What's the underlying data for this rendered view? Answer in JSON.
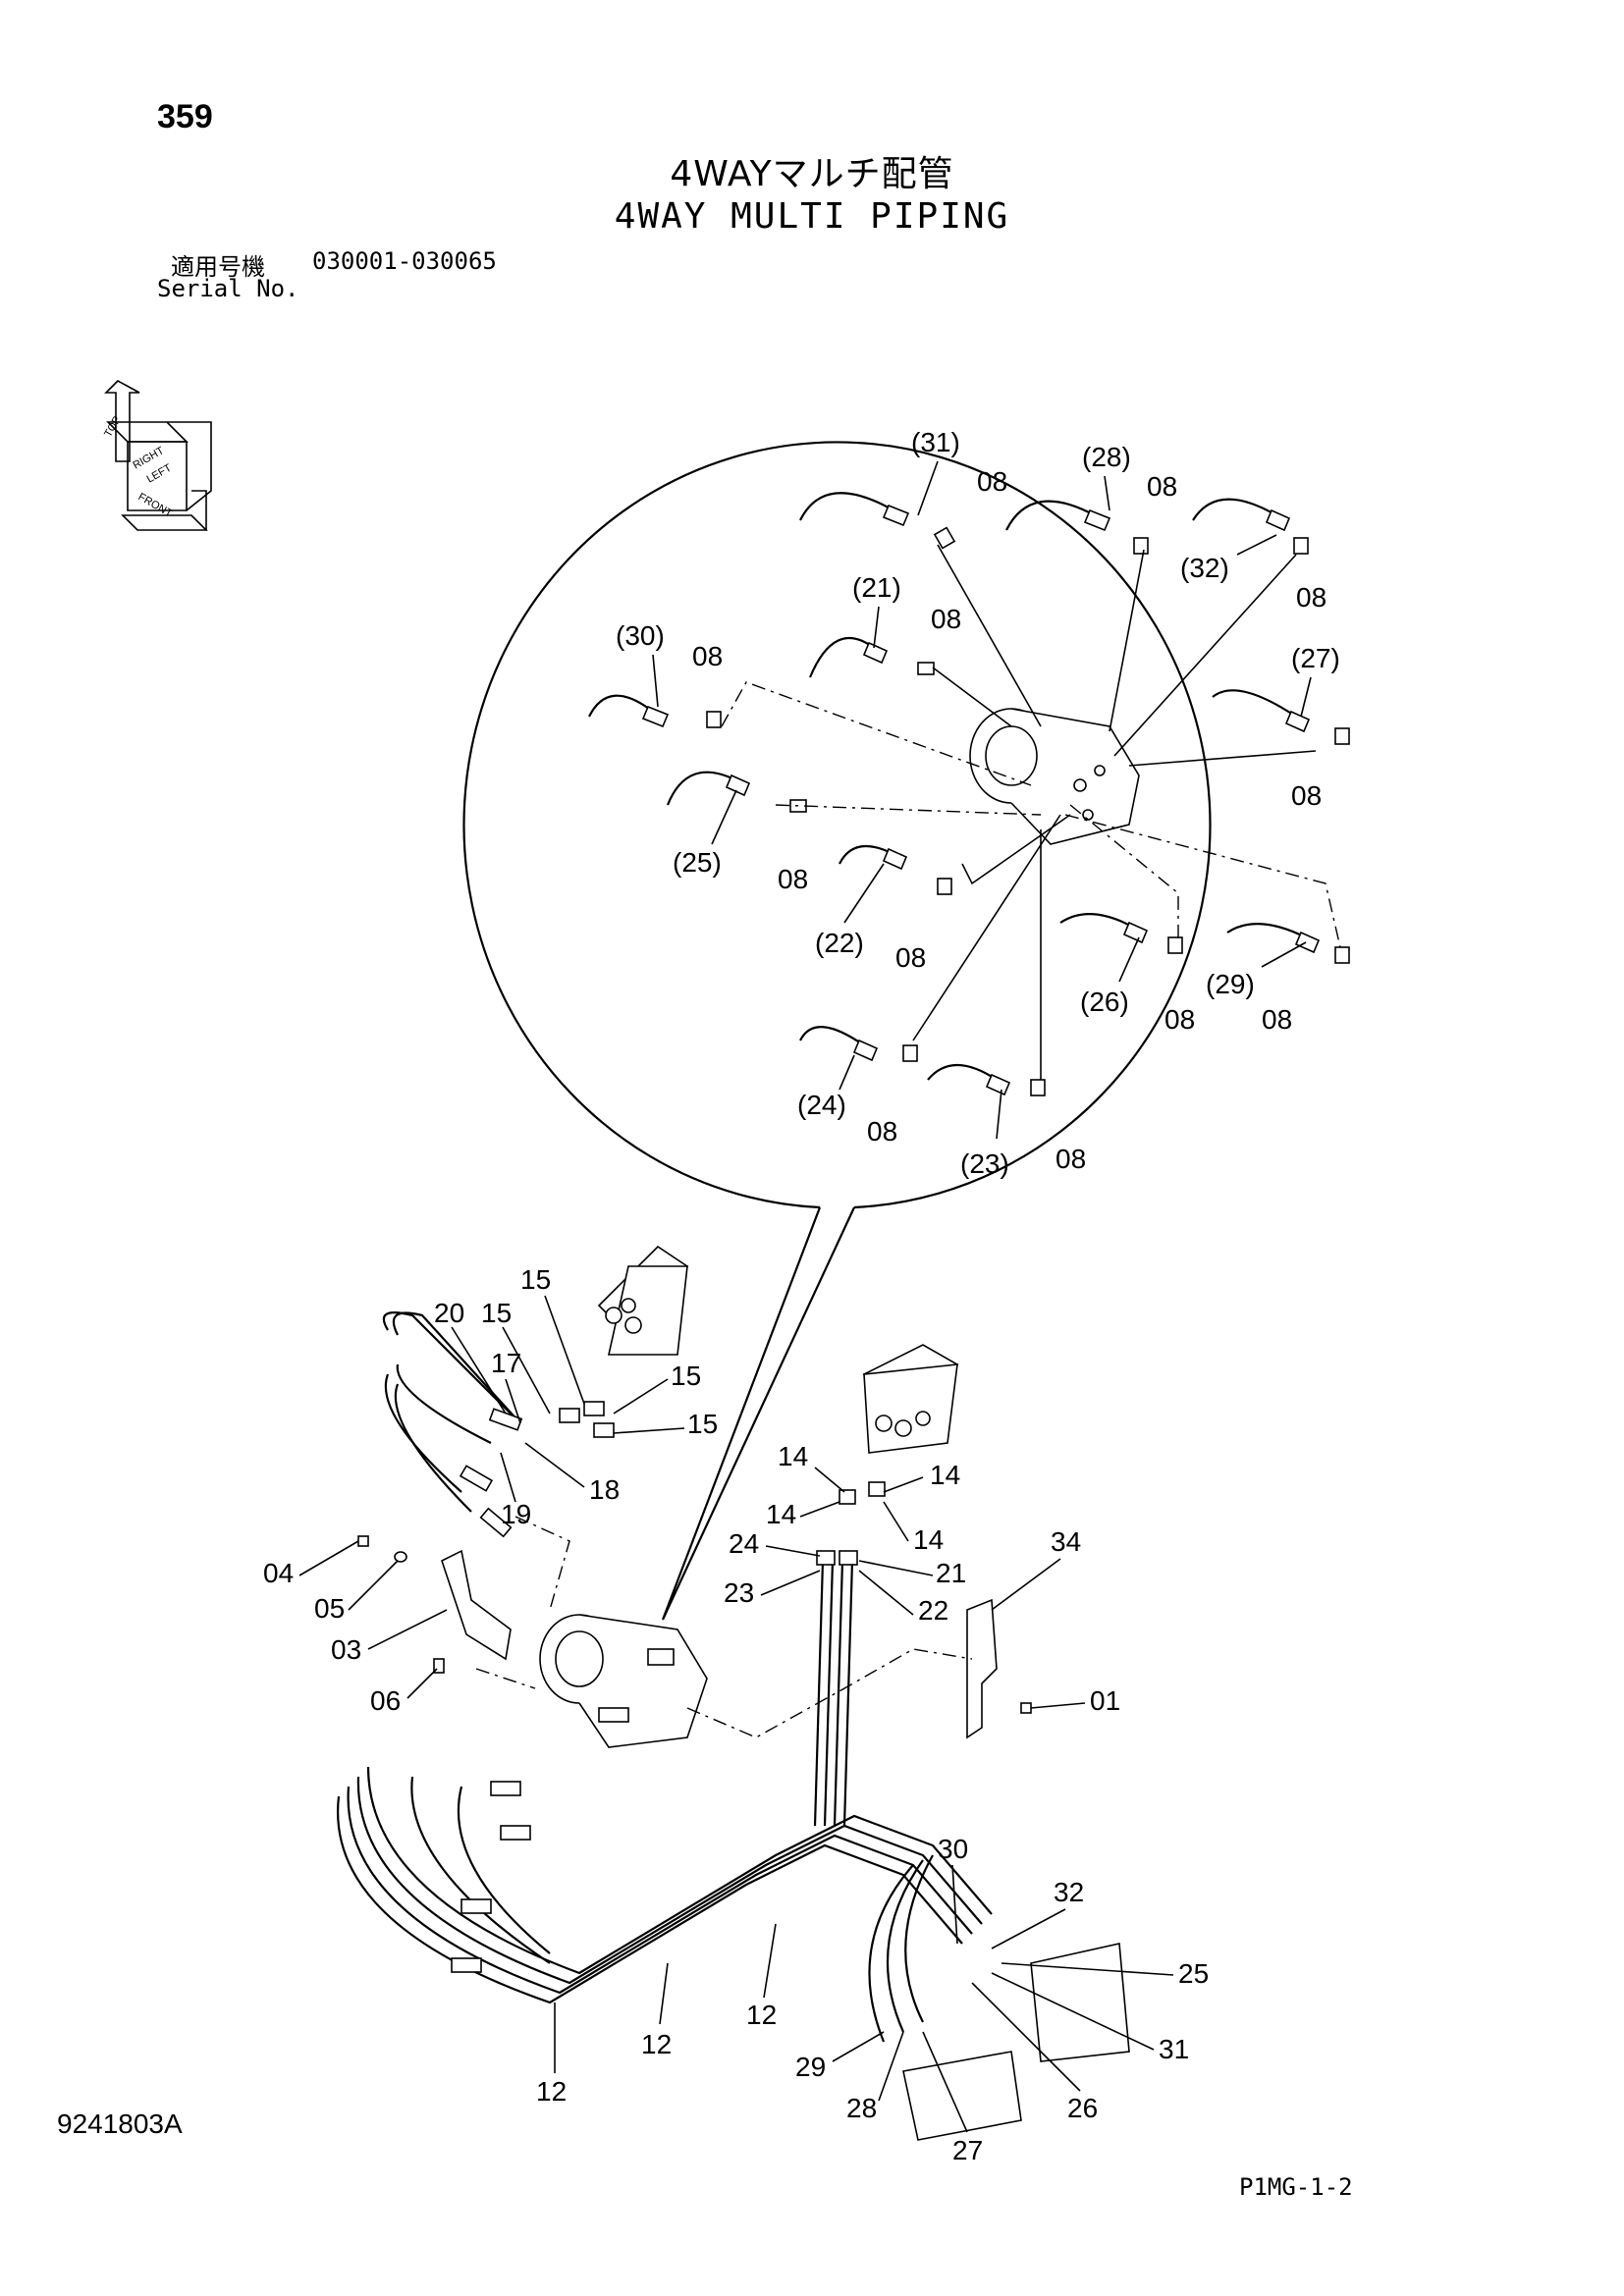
{
  "header": {
    "page_number": "359",
    "title_jp": "4WAYマルチ配管",
    "title_en": "4WAY MULTI PIPING",
    "serial_label_jp": "適用号機",
    "serial_range": "030001-030065",
    "serial_label_en": "Serial No."
  },
  "orientation_icon": {
    "labels": [
      "TOP",
      "RIGHT",
      "LEFT",
      "FRONT"
    ]
  },
  "detail_callouts": {
    "c31": "(31)",
    "c28": "(28)",
    "c32": "(32)",
    "c21": "(21)",
    "c30": "(30)",
    "c27": "(27)",
    "c25": "(25)",
    "c22": "(22)",
    "c26": "(26)",
    "c29": "(29)",
    "c24": "(24)",
    "c23": "(23)",
    "p08": "08"
  },
  "main_callouts": {
    "p01": "01",
    "p03": "03",
    "p04": "04",
    "p05": "05",
    "p06": "06",
    "p12": "12",
    "p14": "14",
    "p15": "15",
    "p17": "17",
    "p18": "18",
    "p19": "19",
    "p20": "20",
    "p21": "21",
    "p22": "22",
    "p23": "23",
    "p24": "24",
    "p25": "25",
    "p26": "26",
    "p27": "27",
    "p28": "28",
    "p29": "29",
    "p30": "30",
    "p31": "31",
    "p32": "32",
    "p34": "34"
  },
  "footer": {
    "drawing_number": "9241803A",
    "page_reference": "P1MG-1-2"
  }
}
